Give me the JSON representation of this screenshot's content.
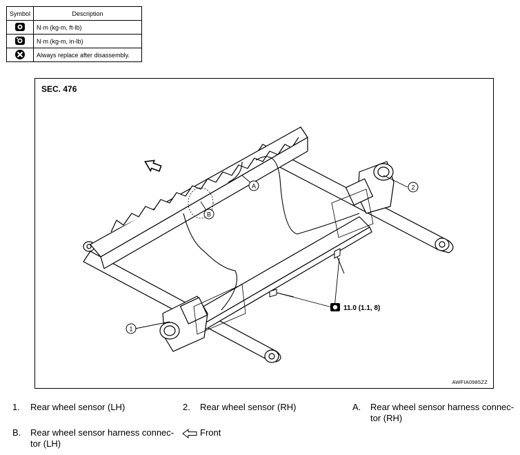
{
  "symbol_table": {
    "header_symbol": "Symbol",
    "header_description": "Description",
    "rows": [
      {
        "icon": "torque-ft-lb-icon",
        "description": "N·m (kg-m, ft-lb)"
      },
      {
        "icon": "torque-in-lb-icon",
        "description": "N·m (kg-m, in-lb)"
      },
      {
        "icon": "always-replace-icon",
        "description": "Always replace after disassembly."
      }
    ]
  },
  "figure": {
    "section": "SEC. 476",
    "code": "AWFIA0985ZZ",
    "torque_spec": "11.0 (1.1, 8)",
    "callouts": {
      "c1": "1",
      "c2": "2",
      "cA": "A",
      "cB": "B"
    }
  },
  "legend": {
    "item1_num": "1.",
    "item1_text": "Rear wheel sensor (LH)",
    "item2_num": "2.",
    "item2_text": "Rear wheel sensor (RH)",
    "itemA_num": "A.",
    "itemA_text_line1": "Rear wheel sensor harness connec-",
    "itemA_text_line2": "tor (RH)",
    "itemB_num": "B.",
    "itemB_text_line1": "Rear wheel sensor harness connec-",
    "itemB_text_line2": "tor (LH)",
    "front_text": "Front"
  }
}
